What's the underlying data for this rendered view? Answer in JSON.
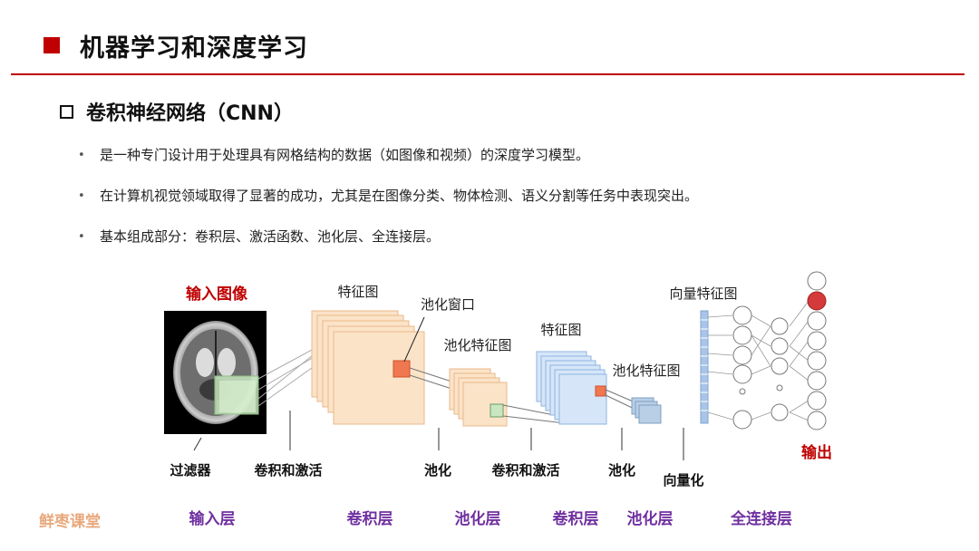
{
  "header": {
    "title": "机器学习和深度学习"
  },
  "section": {
    "title": "卷积神经网络（CNN）"
  },
  "bullets": [
    "是一种专门设计用于处理具有网格结构的数据（如图像和视频）的深度学习模型。",
    "在计算机视觉领域取得了显著的成功，尤其是在图像分类、物体检测、语义分割等任务中表现突出。",
    "基本组成部分：卷积层、激活函数、池化层、全连接层。"
  ],
  "diagram": {
    "input_image_label": "输入图像",
    "feature_map_1": "特征图",
    "pool_window": "池化窗口",
    "pooled_map_1": "池化特征图",
    "feature_map_2": "特征图",
    "pooled_map_2": "池化特征图",
    "vector_map": "向量特征图",
    "op_filter": "过滤器",
    "op_conv_act_1": "卷积和激活",
    "op_pool_1": "池化",
    "op_conv_act_2": "卷积和激活",
    "op_pool_2": "池化",
    "op_vectorize": "向量化",
    "output_label": "输出",
    "layer_input": "输入层",
    "layer_conv_1": "卷积层",
    "layer_pool_1": "池化层",
    "layer_conv_2": "卷积层",
    "layer_pool_2": "池化层",
    "layer_fc": "全连接层"
  },
  "watermark": "鲜枣课堂",
  "colors": {
    "accent": "#c00000",
    "layer_label": "#7030a0",
    "watermark": "#e8a87c",
    "feature_orange": "#fbe3c8",
    "feature_blue": "#d6e6f8"
  }
}
